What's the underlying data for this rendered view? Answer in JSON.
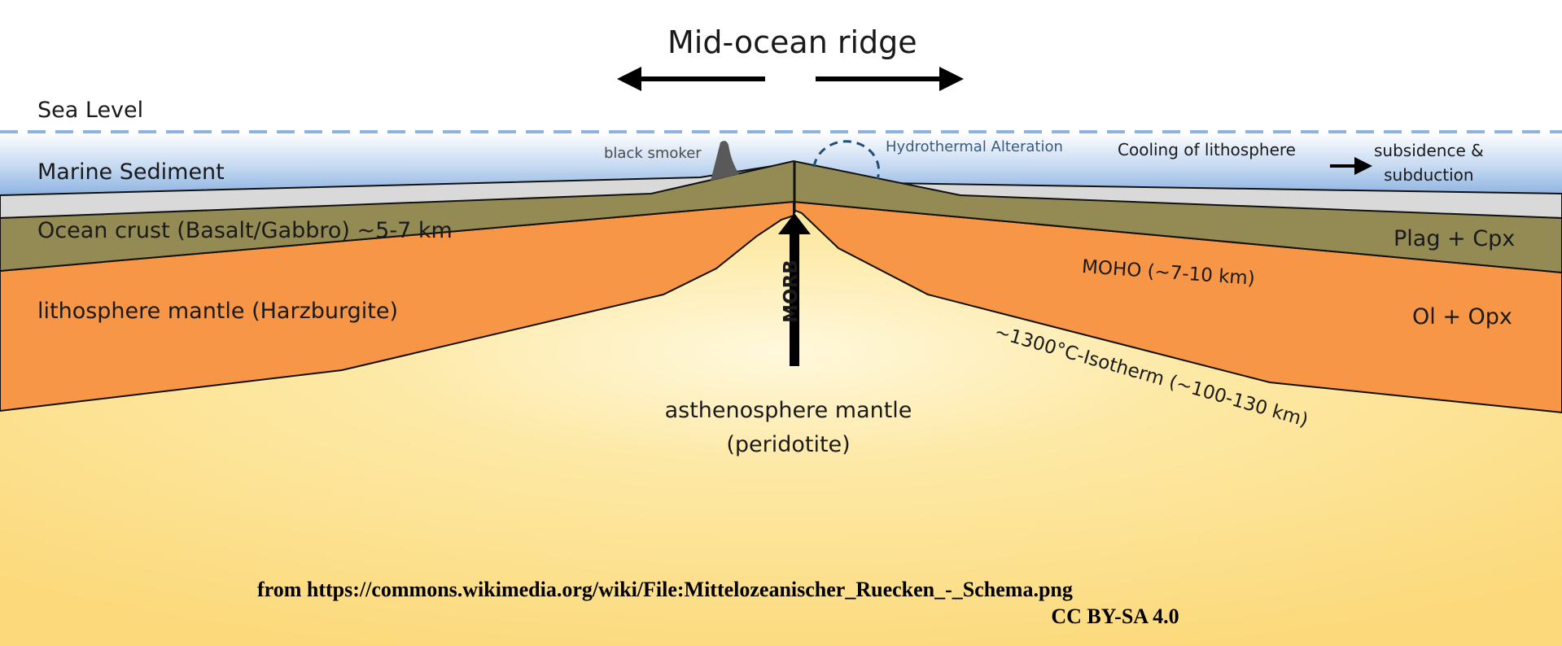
{
  "title": "Mid-ocean ridge",
  "labels": {
    "sea_level": "Sea Level",
    "marine_sediment": "Marine Sediment",
    "ocean_crust": "Ocean crust (Basalt/Gabbro) ~5-7 km",
    "lithosphere_mantle": "lithosphere mantle (Harzburgite)",
    "black_smoker": "black smoker",
    "hydrothermal": "Hydrothermal Alteration",
    "cooling": "Cooling of lithosphere",
    "subduction": "subsidence &\nsubduction",
    "plag_cpx": "Plag + Cpx",
    "ol_opx": "Ol + Opx",
    "moho": "MOHO (~7-10 km)",
    "isotherm": "~1300°C-Isotherm (~100-130 km)",
    "morb": "MORB",
    "asthenosphere": "asthenosphere mantle\n(peridotite)"
  },
  "source": {
    "line1": "from https://commons.wikimedia.org/wiki/File:Mittelozeanischer_Ruecken_-_Schema.png",
    "line2": "CC BY-SA 4.0"
  },
  "colors": {
    "sea": "#8db3e2",
    "sediment": "#d9d9d9",
    "crust": "#948a54",
    "lithosphere": "#f79646",
    "asthenosphere": "#fcd97a",
    "sea_level_line": "#8db3e2"
  }
}
